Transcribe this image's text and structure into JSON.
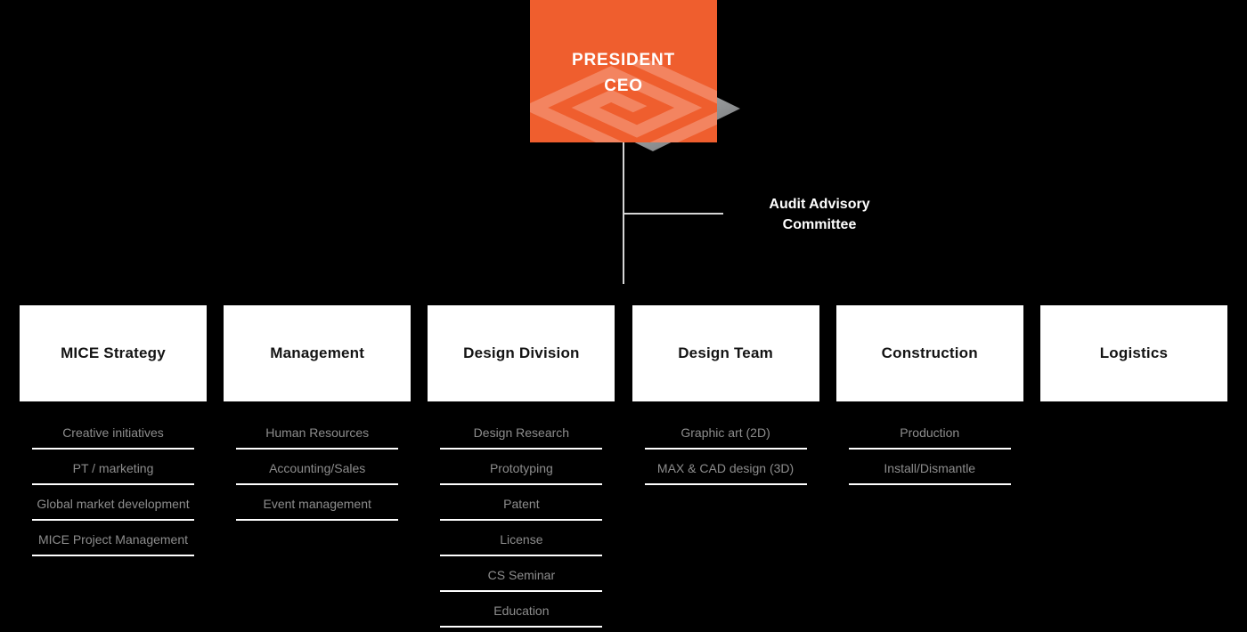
{
  "president": {
    "line1": "PRESIDENT",
    "line2": "CEO"
  },
  "audit": {
    "line1": "Audit Advisory",
    "line2": "Committee"
  },
  "icons": {
    "logo": "diamond-spiral-logo",
    "shadow": "gray-diamond-shadow"
  },
  "colors": {
    "background": "#000000",
    "accent_orange": "#EF5E2E",
    "box_bg": "#FFFFFF",
    "header_text": "#141414",
    "item_text": "#8D8D8D",
    "underline": "#FFFFFF",
    "connector": "#D5D5D5",
    "shadow_gray": "#98999B"
  },
  "columns": [
    {
      "title": "MICE Strategy",
      "items": [
        "Creative initiatives",
        "PT / marketing",
        "Global market development",
        "MICE Project Management"
      ]
    },
    {
      "title": "Management",
      "items": [
        "Human Resources",
        "Accounting/Sales",
        "Event management"
      ]
    },
    {
      "title": "Design Division",
      "items": [
        "Design Research",
        "Prototyping",
        "Patent",
        "License",
        "CS Seminar",
        "Education"
      ]
    },
    {
      "title": "Design Team",
      "items": [
        "Graphic art (2D)",
        "MAX & CAD design (3D)"
      ]
    },
    {
      "title": "Construction",
      "items": [
        "Production",
        "Install/Dismantle"
      ]
    },
    {
      "title": "Logistics",
      "items": []
    }
  ]
}
